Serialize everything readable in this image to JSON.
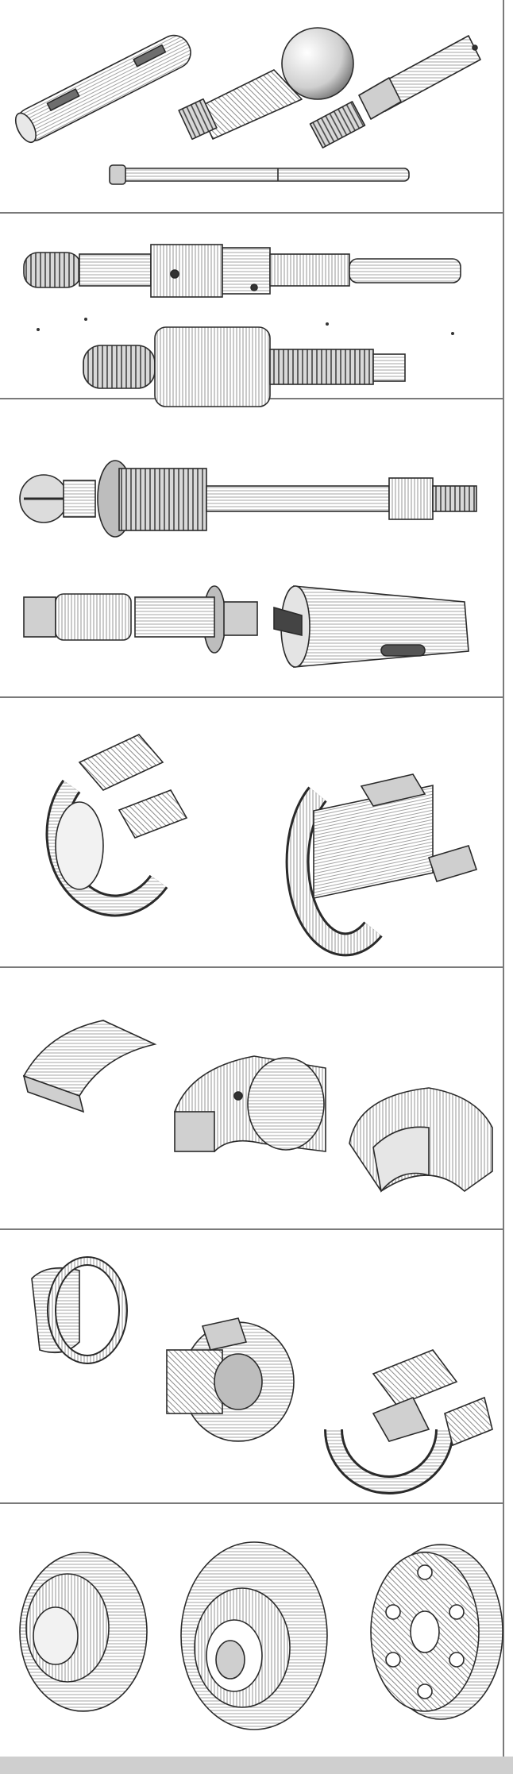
{
  "colors": {
    "paper": "#ffffff",
    "ink": "#2a2a2a",
    "light_shade": "#bdbdbd",
    "mid_shade": "#8c8c8c",
    "dark_shade": "#555555",
    "divider": "#7a7a7a"
  },
  "panels": [
    {
      "id": "shafts-and-pins",
      "items": [
        "splined-pin",
        "ball-stud",
        "threaded-pin-with-nut",
        "long-rod"
      ]
    },
    {
      "id": "stepped-threaded-shafts",
      "items": [
        "threaded-stepped-shaft",
        "threaded-sleeve-shaft"
      ]
    },
    {
      "id": "adjusting-screws",
      "items": [
        "adjusting-screw",
        "square-end-pin",
        "taper-sleeve"
      ]
    },
    {
      "id": "bearing-housings",
      "items": [
        "split-bearing-housing-a",
        "split-bearing-housing-b"
      ]
    },
    {
      "id": "half-bearing-shells",
      "items": [
        "half-shell-thin",
        "half-shell-flanged",
        "half-shell-grooved"
      ]
    },
    {
      "id": "bushing-sections",
      "items": [
        "small-bush-section",
        "cored-bush",
        "split-bush-assembly"
      ]
    },
    {
      "id": "flanges-and-discs",
      "items": [
        "stepped-flange",
        "spiral-flange",
        "bolt-hole-disc"
      ]
    }
  ]
}
